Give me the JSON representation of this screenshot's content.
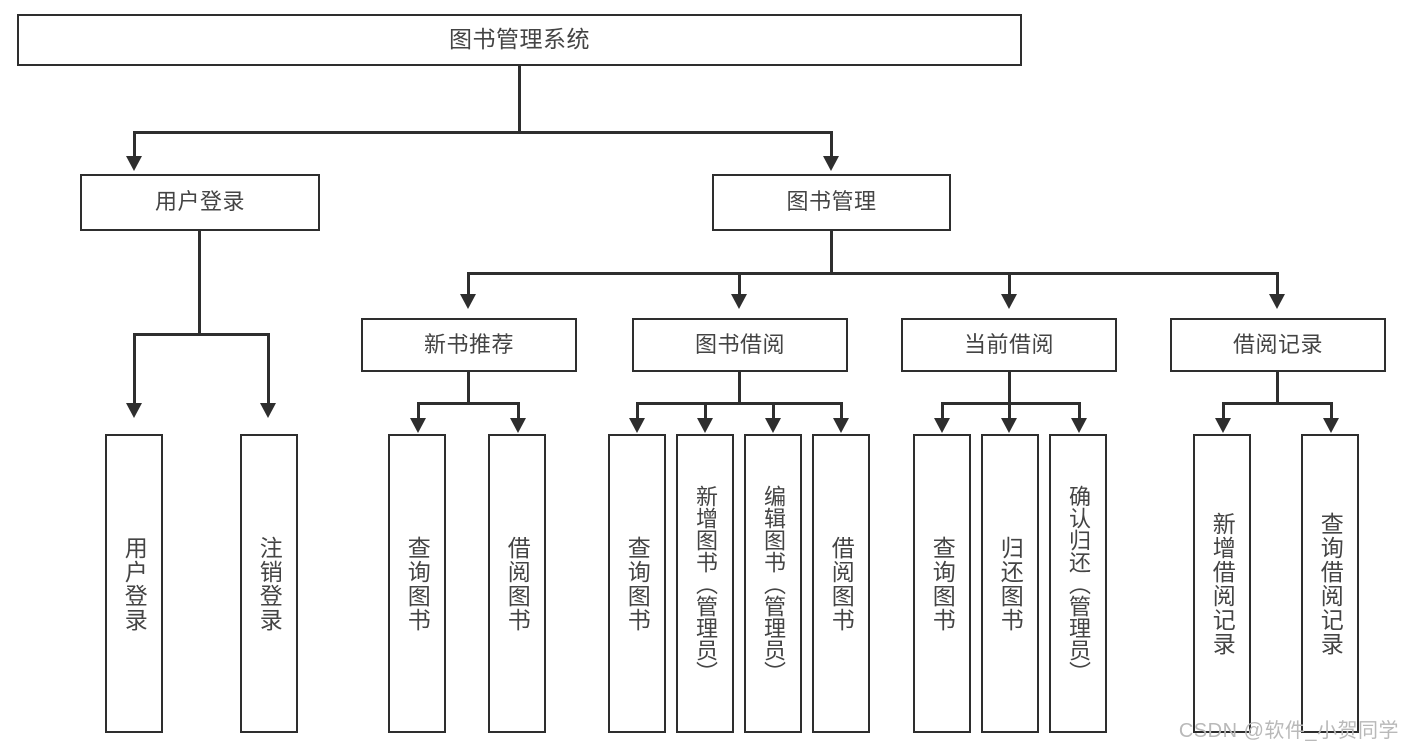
{
  "diagram": {
    "title": "图书管理系统",
    "watermark": "CSDN @软件_小贺同学",
    "stroke_color": "#2e2e2e",
    "text_color": "#444444",
    "background_color": "#ffffff"
  },
  "root": {
    "label": "图书管理系统"
  },
  "level1": [
    {
      "label": "用户登录"
    },
    {
      "label": "图书管理"
    }
  ],
  "level2": [
    {
      "label": "新书推荐"
    },
    {
      "label": "图书借阅"
    },
    {
      "label": "当前借阅"
    },
    {
      "label": "借阅记录"
    }
  ],
  "leaves": {
    "user_login": [
      {
        "label": "用户登录"
      },
      {
        "label": "注销登录"
      }
    ],
    "new_book": [
      {
        "label": "查询图书"
      },
      {
        "label": "借阅图书"
      }
    ],
    "book_borrow": [
      {
        "label": "查询图书"
      },
      {
        "label": "新增图书（管理员）"
      },
      {
        "label": "编辑图书（管理员）"
      },
      {
        "label": "借阅图书"
      }
    ],
    "current_borrow": [
      {
        "label": "查询图书"
      },
      {
        "label": "归还图书"
      },
      {
        "label": "确认归还（管理员）"
      }
    ],
    "borrow_record": [
      {
        "label": "新增借阅记录"
      },
      {
        "label": "查询借阅记录"
      }
    ]
  }
}
